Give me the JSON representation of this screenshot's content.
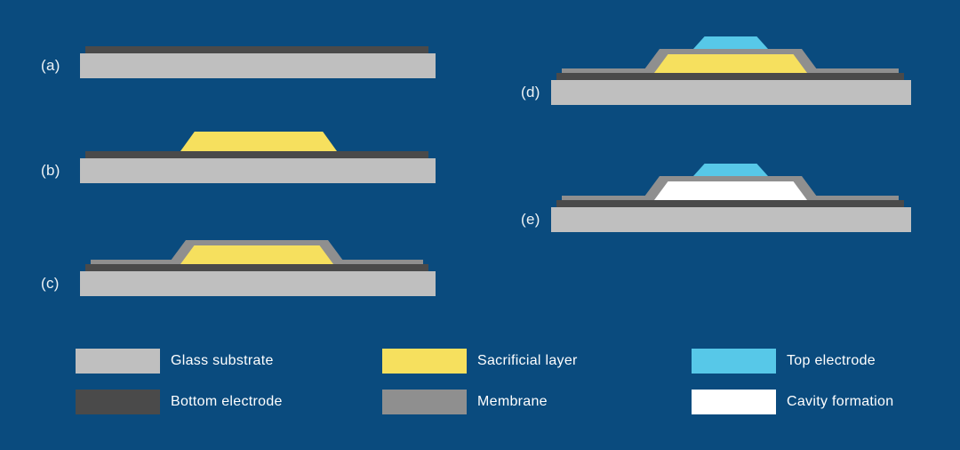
{
  "colors": {
    "background": "#0a4b7e",
    "glass_substrate": "#bfbfbf",
    "bottom_electrode": "#4a4a4a",
    "sacrificial_layer": "#f6e05e",
    "membrane": "#8f8f8f",
    "top_electrode": "#57c8e8",
    "cavity": "#ffffff",
    "text": "#ffffff"
  },
  "panels": [
    {
      "label": "(a)",
      "layers": [
        "glass_substrate",
        "bottom_electrode"
      ]
    },
    {
      "label": "(b)",
      "layers": [
        "glass_substrate",
        "bottom_electrode",
        "sacrificial_layer"
      ]
    },
    {
      "label": "(c)",
      "layers": [
        "glass_substrate",
        "bottom_electrode",
        "sacrificial_layer",
        "membrane"
      ]
    },
    {
      "label": "(d)",
      "layers": [
        "glass_substrate",
        "bottom_electrode",
        "sacrificial_layer",
        "membrane",
        "top_electrode"
      ]
    },
    {
      "label": "(e)",
      "layers": [
        "glass_substrate",
        "bottom_electrode",
        "cavity",
        "membrane",
        "top_electrode"
      ]
    }
  ],
  "legend": {
    "items": [
      {
        "label": "Glass substrate",
        "color_key": "glass_substrate"
      },
      {
        "label": "Bottom electrode",
        "color_key": "bottom_electrode"
      },
      {
        "label": "Sacrificial layer",
        "color_key": "sacrificial_layer"
      },
      {
        "label": "Membrane",
        "color_key": "membrane"
      },
      {
        "label": "Top electrode",
        "color_key": "top_electrode"
      },
      {
        "label": "Cavity formation",
        "color_key": "cavity"
      }
    ]
  }
}
